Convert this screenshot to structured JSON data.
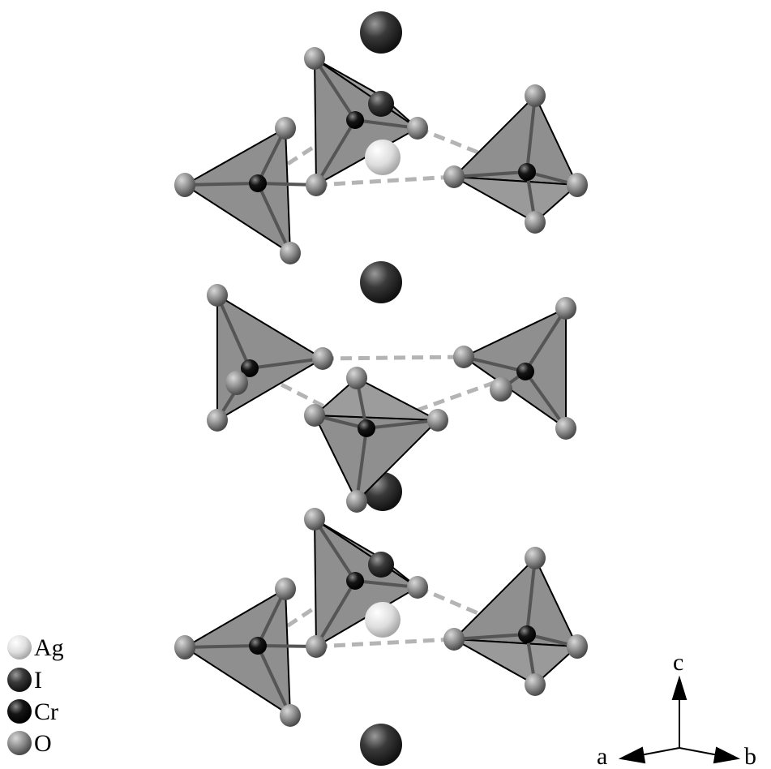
{
  "legend": {
    "items": [
      {
        "label": "Ag",
        "color": "#dddddd"
      },
      {
        "label": "I",
        "color": "#2f2f2f"
      },
      {
        "label": "Cr",
        "color": "#050505"
      },
      {
        "label": "O",
        "color": "#8c8c8c"
      }
    ]
  },
  "axes": {
    "c": "c",
    "a": "a",
    "b": "b"
  },
  "colors": {
    "polyhedron": "#8f8f8f",
    "oxygen": "#8c8c8c",
    "chromium": "#050505",
    "iodine": "#2f2f2f",
    "silver": "#dddddd",
    "contact": "#b4b4b4"
  }
}
